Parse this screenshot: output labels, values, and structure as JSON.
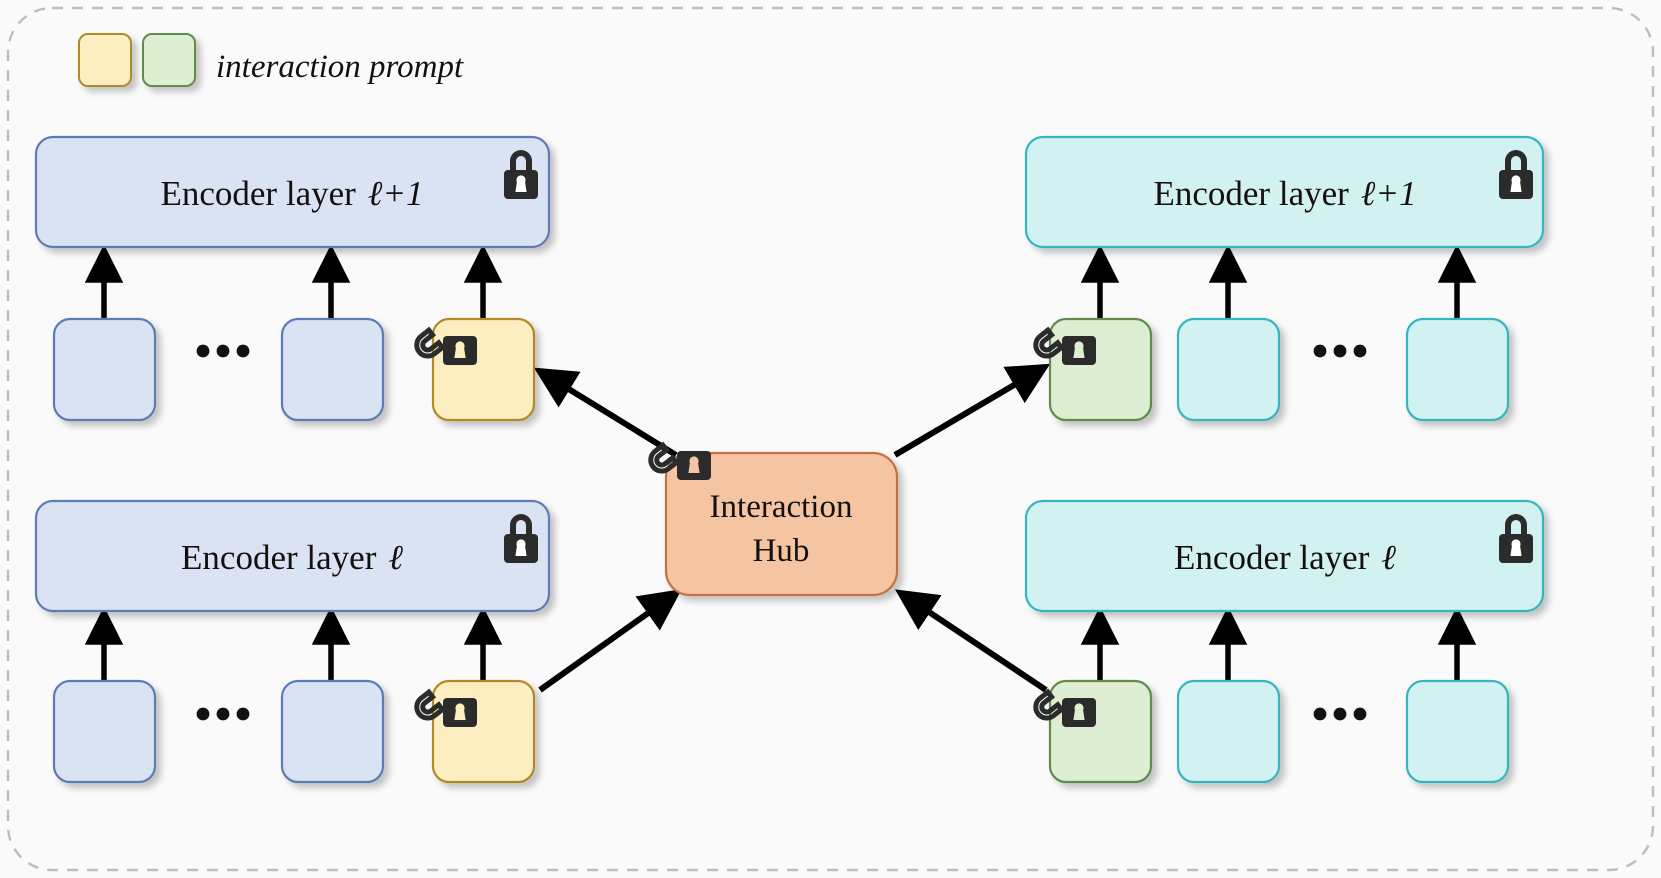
{
  "figure": {
    "title": "Interaction Hub between two frozen encoder towers with trainable interaction prompts",
    "background_color": "#fafafa",
    "border_style": "dashed-rounded",
    "border_color": "#bdbdbd"
  },
  "legend": {
    "swatch_left_color": "#fdeec1",
    "swatch_left_border": "#b08a25",
    "swatch_right_color": "#ddeed2",
    "swatch_right_border": "#5f8b4d",
    "label": "interaction prompt"
  },
  "icons": {
    "locked": "lock-closed-icon",
    "unlocked": "lock-open-icon",
    "ellipsis": "ellipsis-icon",
    "arrow": "arrow-icon"
  },
  "colors": {
    "left_tower_fill": "#dae3f3",
    "left_tower_stroke": "#5b7bb5",
    "right_tower_fill": "#d2f2f2",
    "right_tower_stroke": "#35b5bd",
    "prompt_left_fill": "#fdeec1",
    "prompt_left_stroke": "#b08a25",
    "prompt_right_fill": "#ddeed2",
    "prompt_right_stroke": "#5f8b4d",
    "hub_fill": "#f5c4a3",
    "hub_stroke": "#c4713f",
    "arrow_color": "#000000",
    "lock_color": "#2b2b2b"
  },
  "left_tower": {
    "name": "left-encoder-tower",
    "upper_layer_label": "Encoder layer",
    "upper_layer_symbol": "ℓ+1",
    "upper_layer_state": "frozen",
    "lower_layer_label": "Encoder layer",
    "lower_layer_symbol": "ℓ",
    "lower_layer_state": "frozen",
    "upper_tokens": [
      {
        "name": "token-block",
        "kind": "feature",
        "state": "frozen"
      },
      {
        "name": "ellipsis",
        "kind": "ellipsis"
      },
      {
        "name": "token-block",
        "kind": "feature",
        "state": "frozen"
      },
      {
        "name": "prompt-block",
        "kind": "prompt",
        "state": "trainable"
      }
    ],
    "lower_tokens": [
      {
        "name": "token-block",
        "kind": "feature",
        "state": "frozen"
      },
      {
        "name": "ellipsis",
        "kind": "ellipsis"
      },
      {
        "name": "token-block",
        "kind": "feature",
        "state": "frozen"
      },
      {
        "name": "prompt-block",
        "kind": "prompt",
        "state": "trainable"
      }
    ]
  },
  "right_tower": {
    "name": "right-encoder-tower",
    "upper_layer_label": "Encoder layer",
    "upper_layer_symbol": "ℓ+1",
    "upper_layer_state": "frozen",
    "lower_layer_label": "Encoder layer",
    "lower_layer_symbol": "ℓ",
    "lower_layer_state": "frozen",
    "upper_tokens": [
      {
        "name": "prompt-block",
        "kind": "prompt",
        "state": "trainable"
      },
      {
        "name": "token-block",
        "kind": "feature",
        "state": "frozen"
      },
      {
        "name": "ellipsis",
        "kind": "ellipsis"
      },
      {
        "name": "token-block",
        "kind": "feature",
        "state": "frozen"
      }
    ],
    "lower_tokens": [
      {
        "name": "prompt-block",
        "kind": "prompt",
        "state": "trainable"
      },
      {
        "name": "token-block",
        "kind": "feature",
        "state": "frozen"
      },
      {
        "name": "ellipsis",
        "kind": "ellipsis"
      },
      {
        "name": "token-block",
        "kind": "feature",
        "state": "frozen"
      }
    ]
  },
  "hub": {
    "name": "interaction-hub",
    "label_line1": "Interaction",
    "label_line2": "Hub",
    "state": "trainable"
  },
  "connections": [
    {
      "name": "edge-left-bottom-prompt-to-hub",
      "from": "left-lower-prompt",
      "to": "interaction-hub",
      "direction": "to-hub"
    },
    {
      "name": "edge-hub-to-left-top-prompt",
      "from": "interaction-hub",
      "to": "left-upper-prompt",
      "direction": "from-hub"
    },
    {
      "name": "edge-right-bottom-prompt-to-hub",
      "from": "right-lower-prompt",
      "to": "interaction-hub",
      "direction": "to-hub"
    },
    {
      "name": "edge-hub-to-right-top-prompt",
      "from": "interaction-hub",
      "to": "right-upper-prompt",
      "direction": "from-hub"
    }
  ]
}
